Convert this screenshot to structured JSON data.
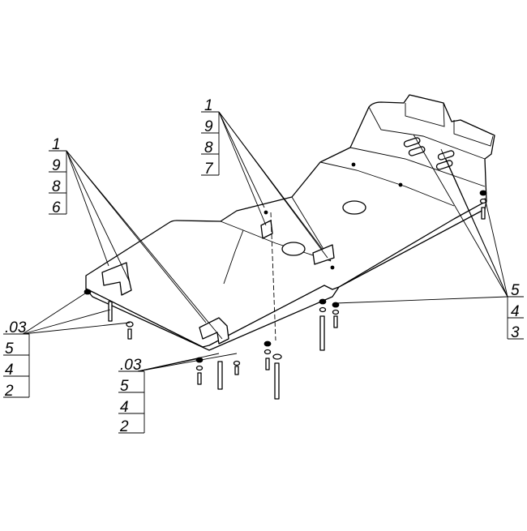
{
  "callouts": [
    {
      "id": "left-top",
      "labels": [
        "1",
        "9",
        "8",
        "6"
      ]
    },
    {
      "id": "center-top",
      "labels": [
        "1",
        "9",
        "8",
        "7"
      ]
    },
    {
      "id": "right",
      "labels": [
        "5",
        "4",
        "3"
      ]
    },
    {
      "id": "left-bottom",
      "labels": [
        ".03",
        "5",
        "4",
        "2"
      ]
    },
    {
      "id": "center-bottom",
      "labels": [
        ".03",
        "5",
        "4",
        "2"
      ]
    }
  ],
  "colors": {
    "line": "#000000",
    "background": "#ffffff"
  }
}
